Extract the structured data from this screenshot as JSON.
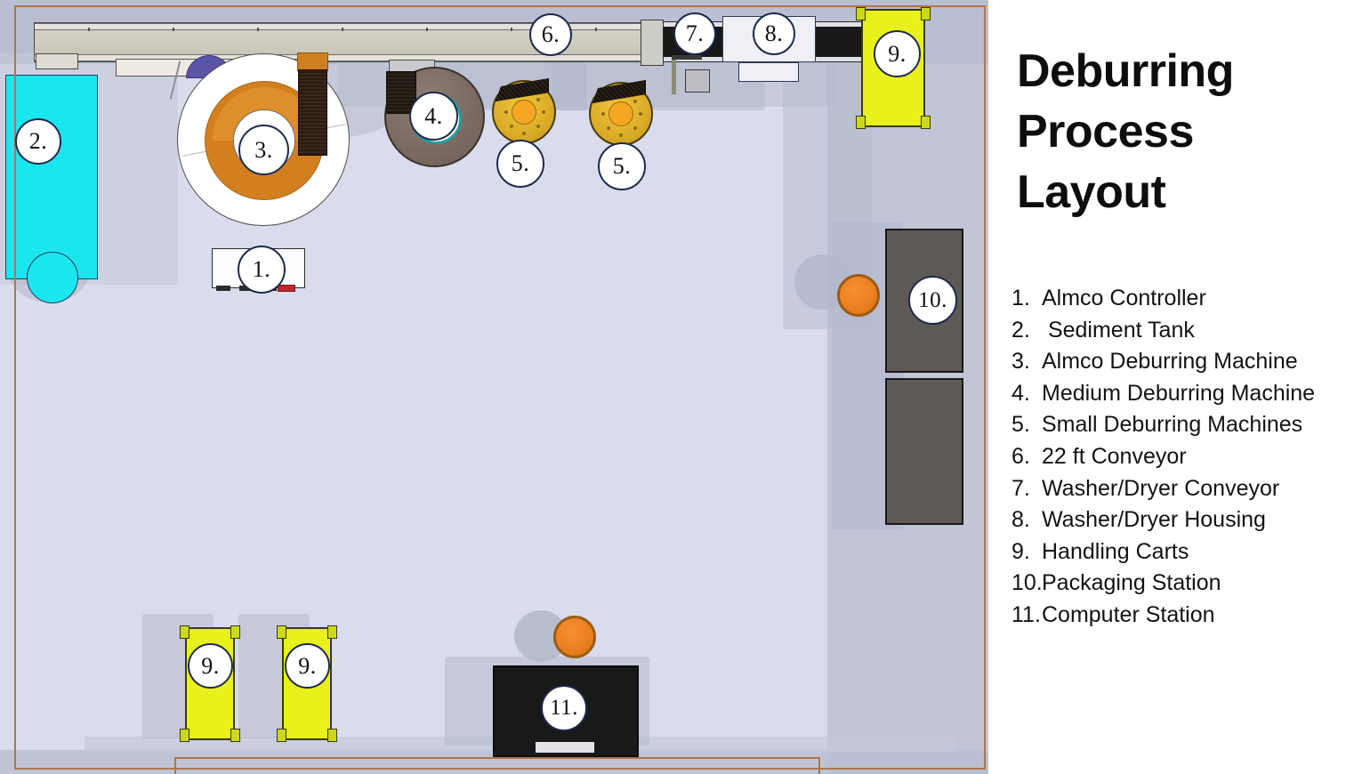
{
  "legend": {
    "title_lines": [
      "Deburring",
      "Process",
      "Layout"
    ],
    "items": [
      {
        "num": "1.",
        "label": "Almco Controller"
      },
      {
        "num": "2.",
        "label": " Sediment Tank"
      },
      {
        "num": "3.",
        "label": "Almco Deburring Machine"
      },
      {
        "num": "4.",
        "label": "Medium Deburring Machine"
      },
      {
        "num": "5.",
        "label": "Small Deburring Machines"
      },
      {
        "num": "6.",
        "label": "22 ft Conveyor"
      },
      {
        "num": "7.",
        "label": "Washer/Dryer Conveyor"
      },
      {
        "num": "8.",
        "label": "Washer/Dryer Housing"
      },
      {
        "num": "9.",
        "label": "Handling Carts"
      },
      {
        "num": "10.",
        "label": "Packaging Station"
      },
      {
        "num": "11.",
        "label": "Computer Station"
      }
    ]
  },
  "callouts": [
    {
      "id": "callout-2",
      "label": "2.",
      "refers_to": "Sediment Tank"
    },
    {
      "id": "callout-3",
      "label": "3.",
      "refers_to": "Almco Deburring Machine"
    },
    {
      "id": "callout-1",
      "label": "1.",
      "refers_to": "Almco Controller"
    },
    {
      "id": "callout-4",
      "label": "4.",
      "refers_to": "Medium Deburring Machine"
    },
    {
      "id": "callout-5a",
      "label": "5.",
      "refers_to": "Small Deburring Machine Left"
    },
    {
      "id": "callout-5b",
      "label": "5.",
      "refers_to": "Small Deburring Machine Right"
    },
    {
      "id": "callout-6",
      "label": "6.",
      "refers_to": "22 ft Conveyor"
    },
    {
      "id": "callout-7",
      "label": "7.",
      "refers_to": "Washer/Dryer Conveyor"
    },
    {
      "id": "callout-8",
      "label": "8.",
      "refers_to": "Washer/Dryer Housing"
    },
    {
      "id": "callout-9-top",
      "label": "9.",
      "refers_to": "Handling Cart Top Right"
    },
    {
      "id": "callout-10",
      "label": "10.",
      "refers_to": "Packaging Station"
    },
    {
      "id": "callout-9-left",
      "label": "9.",
      "refers_to": "Handling Cart Bottom Left"
    },
    {
      "id": "callout-9-mid",
      "label": "9.",
      "refers_to": "Handling Cart Bottom Middle"
    },
    {
      "id": "callout-11",
      "label": "11.",
      "refers_to": "Computer Station"
    }
  ],
  "colors": {
    "floor": "#d9dcec",
    "floor_shade": "#b9bed2",
    "frame_border": "#b0764c",
    "sediment_tank": "#1ae6ee",
    "almco_bowl": "#d2801f",
    "small_machine": "#dcae28",
    "cart_yellow": "#e8f11c",
    "packaging_table": "#5d5a55",
    "stool_orange": "#ea7f20",
    "computer_desk": "#191919",
    "conveyor_beam": "#cfccc0",
    "washer_conveyor": "#17181a",
    "callout_border": "#1d2a4d"
  }
}
